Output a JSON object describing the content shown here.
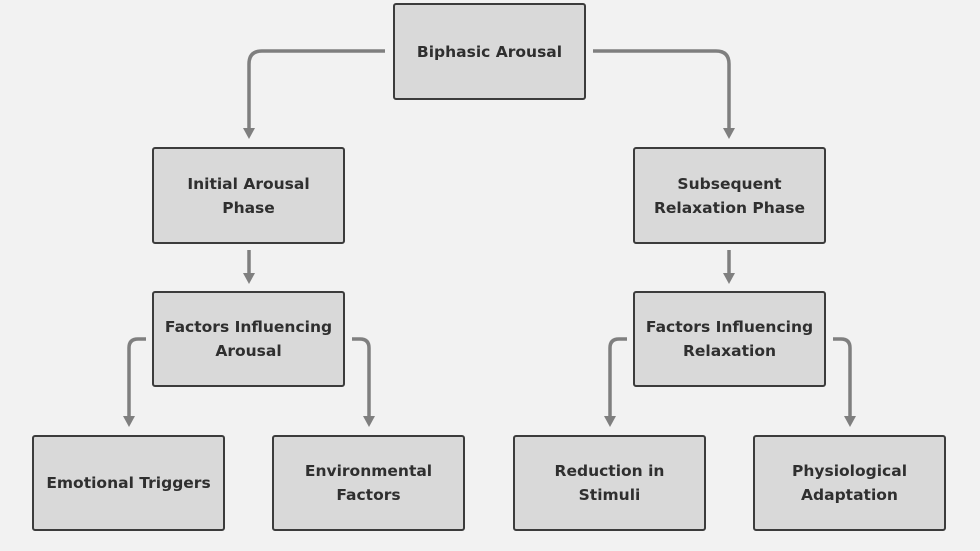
{
  "diagram": {
    "nodes": {
      "root": "Biphasic Arousal",
      "initial": "Initial Arousal Phase",
      "subsequent": "Subsequent\nRelaxation Phase",
      "factors_arousal": "Factors Influencing\nArousal",
      "factors_relaxation": "Factors Influencing\nRelaxation",
      "emotional": "Emotional Triggers",
      "environmental": "Environmental\nFactors",
      "reduction": "Reduction in Stimuli",
      "physiological": "Physiological\nAdaptation"
    },
    "edges": [
      [
        "root",
        "initial"
      ],
      [
        "root",
        "subsequent"
      ],
      [
        "initial",
        "factors_arousal"
      ],
      [
        "subsequent",
        "factors_relaxation"
      ],
      [
        "factors_arousal",
        "emotional"
      ],
      [
        "factors_arousal",
        "environmental"
      ],
      [
        "factors_relaxation",
        "reduction"
      ],
      [
        "factors_relaxation",
        "physiological"
      ]
    ],
    "colors": {
      "node_fill": "#d9d9d9",
      "node_border": "#3c3c3c",
      "connector": "#7f7f7f",
      "background": "#f2f2f2"
    }
  }
}
